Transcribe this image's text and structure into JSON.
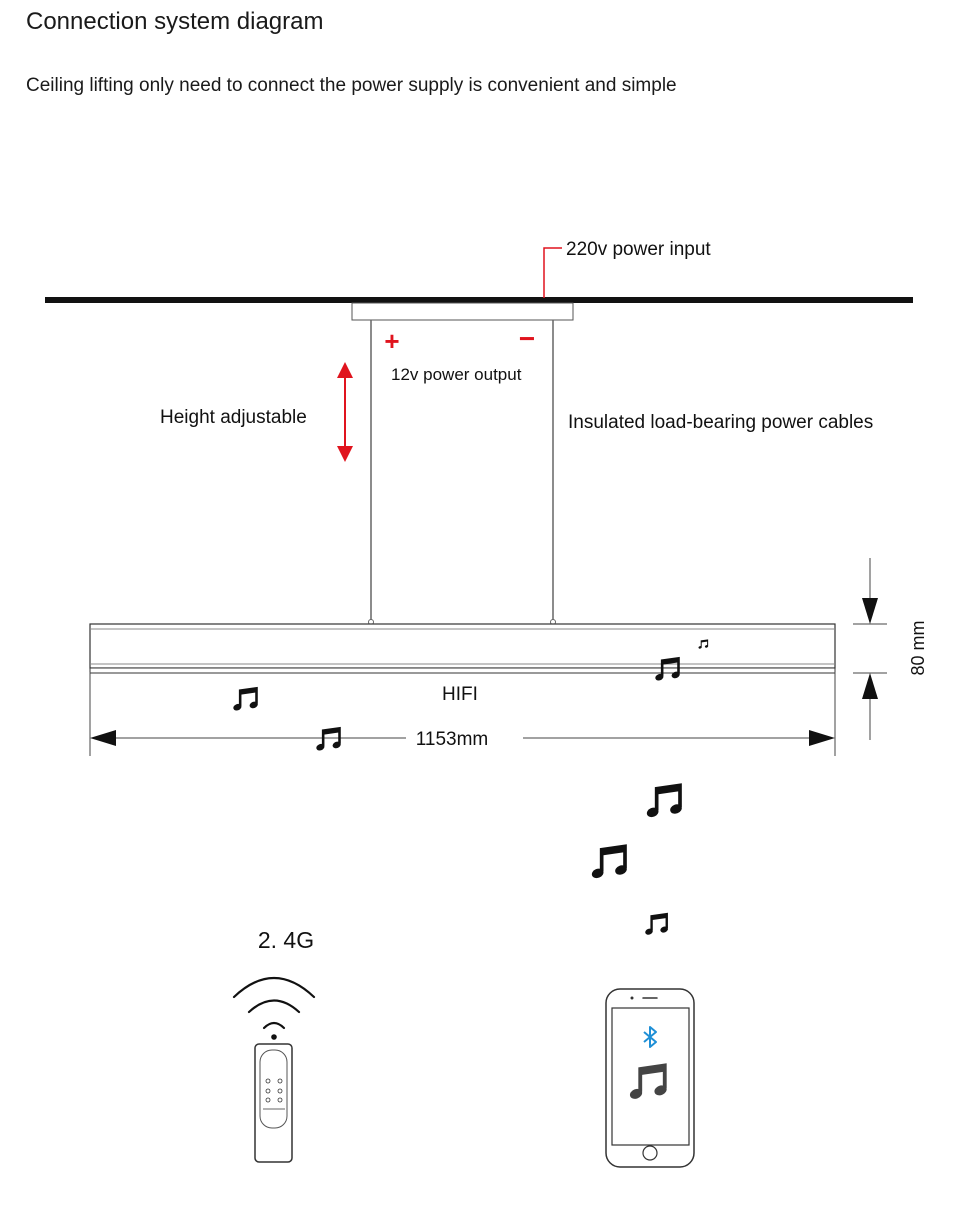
{
  "title": "Connection system diagram",
  "subtitle": "Ceiling lifting only need to connect the power supply is convenient and simple",
  "labels": {
    "power_input": "220v power input",
    "plus": "+",
    "minus": "−",
    "power_output": "12v power output",
    "height_adjustable": "Height adjustable",
    "cables": "Insulated load-bearing power cables",
    "hifi": "HIFI",
    "length": "1153mm",
    "height": "80 mm",
    "wireless": "2. 4G"
  },
  "colors": {
    "accent_red": "#e0141e",
    "bluetooth_blue": "#1e8fd6",
    "line": "#111111",
    "outline": "#333333"
  },
  "icons": {
    "note": "music-note-icon",
    "bluetooth": "bluetooth-icon",
    "remote": "remote-control-icon",
    "phone": "smartphone-icon",
    "signal": "wireless-signal-icon"
  }
}
